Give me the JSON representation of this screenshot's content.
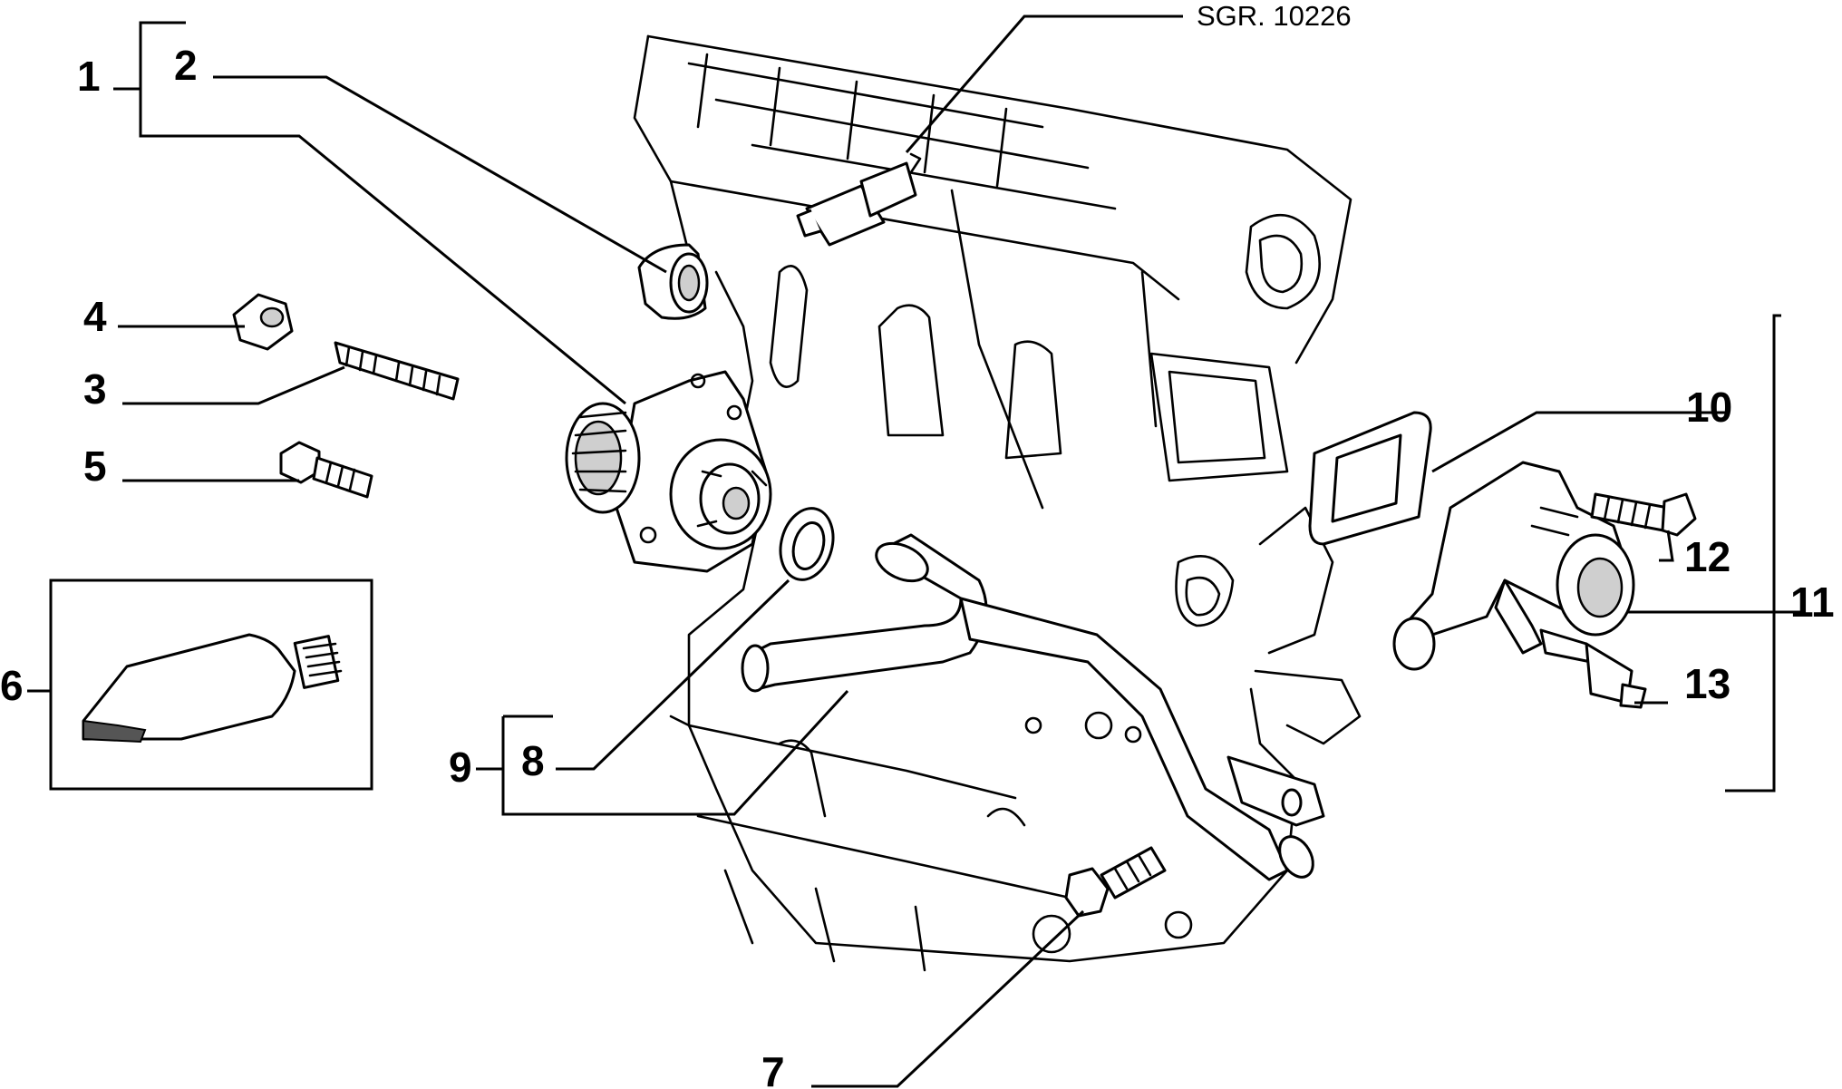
{
  "diagram": {
    "reference_code": "SGR. 10226",
    "callouts": {
      "c1": "1",
      "c2": "2",
      "c3": "3",
      "c4": "4",
      "c5": "5",
      "c6": "6",
      "c7": "7",
      "c8": "8",
      "c9": "9",
      "c10": "10",
      "c11": "11",
      "c12": "12",
      "c13": "13"
    }
  }
}
